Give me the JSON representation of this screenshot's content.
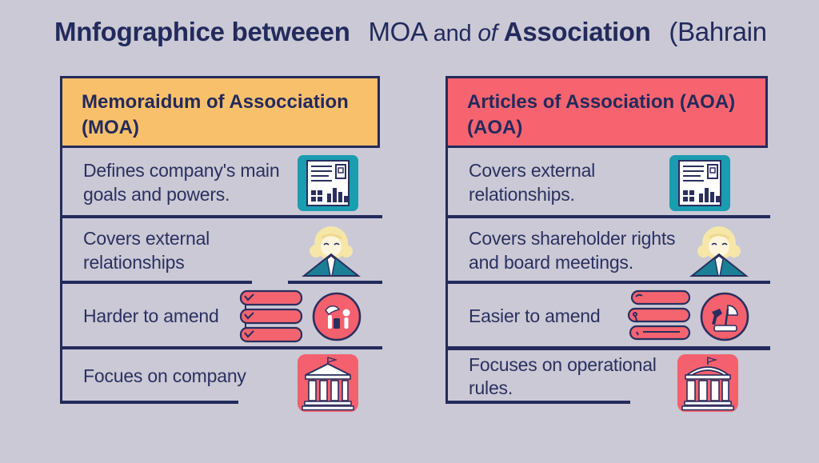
{
  "title": {
    "segments": [
      {
        "text": "Mnfographice betweeen",
        "style": "bold"
      },
      {
        "text": " MOA ",
        "style": "regular"
      },
      {
        "text": "and",
        "style": "small"
      },
      {
        "text": " of ",
        "style": "italic"
      },
      {
        "text": "Association",
        "style": "bold"
      },
      {
        "text": " (Bahrain",
        "style": "regular"
      }
    ],
    "full_text": "Mnfographice betweeen MOA and of Association (Bahrain"
  },
  "colors": {
    "background": "#cac9d5",
    "navy_text": "#232a5c",
    "moa_header_bg": "#f9c06c",
    "aoa_header_bg": "#f7646f",
    "teal_icon_bg": "#1b9cb0",
    "pink_icon": "#f4606e",
    "hair_yellow": "#f6e6a8",
    "suit_teal": "#1b7f96"
  },
  "columns": [
    {
      "id": "moa",
      "header_line1": "Memoraidum of Assocciation",
      "header_line2": "(MOA)",
      "rows": [
        {
          "text": "Defines company's main goals and powers.",
          "icons": [
            "document-chart-icon"
          ]
        },
        {
          "text": "Covers external relationships",
          "icons": [
            "businesswoman-icon"
          ]
        },
        {
          "text": "Harder to amend",
          "icons": [
            "checklist-icon",
            "figures-circle-icon"
          ]
        },
        {
          "text": "Focues on company",
          "icons": [
            "bank-building-icon"
          ]
        }
      ]
    },
    {
      "id": "aoa",
      "header_line1": "Articles of Association  (AOA)",
      "header_line2": "(AOA)",
      "rows": [
        {
          "text": "Covers external relationships.",
          "icons": [
            "document-chart-icon"
          ]
        },
        {
          "text": "Covers shareholder rights and board meetings.",
          "icons": [
            "businesswoman-icon"
          ]
        },
        {
          "text": "Easier to amend",
          "icons": [
            "checklist-icon",
            "lamp-circle-icon"
          ]
        },
        {
          "text": "Focuses on operational rules.",
          "icons": [
            "bank-building-icon"
          ]
        }
      ]
    }
  ]
}
